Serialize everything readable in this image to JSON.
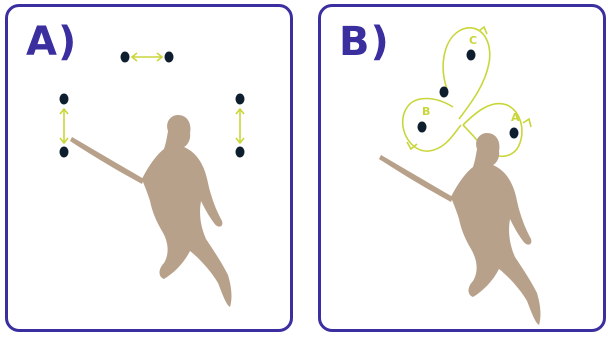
{
  "panels": [
    {
      "id": "A",
      "label": "A)"
    },
    {
      "id": "B",
      "label": "B)",
      "points": [
        "C",
        "B",
        "A"
      ]
    }
  ],
  "colors": {
    "border": "#3b2fa0",
    "arrow": "#c9d63a",
    "dot": "#0f1e2e",
    "player": "#b8a18a"
  },
  "icons": [
    "hockey-player-silhouette",
    "double-arrow-icon",
    "curved-arrow-icon"
  ]
}
